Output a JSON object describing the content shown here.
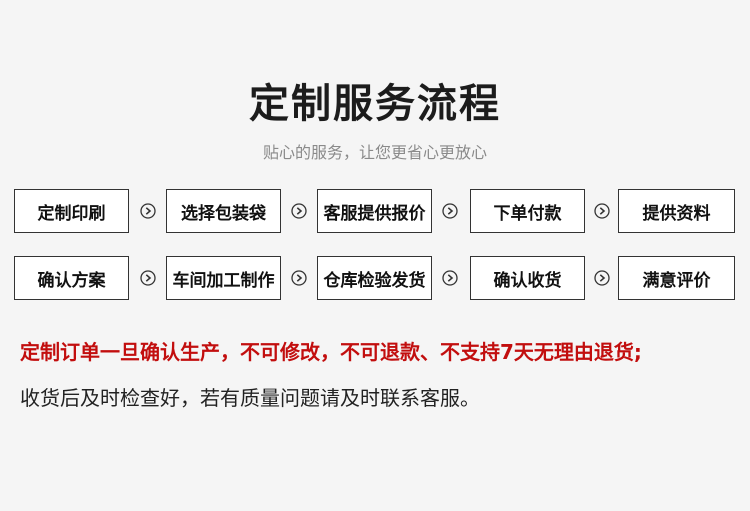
{
  "header": {
    "title": "定制服务流程",
    "subtitle": "贴心的服务，让您更省心更放心"
  },
  "steps_row1": [
    {
      "label": "定制印刷"
    },
    {
      "label": "选择包装袋"
    },
    {
      "label": "客服提供报价"
    },
    {
      "label": "下单付款"
    },
    {
      "label": "提供资料"
    }
  ],
  "steps_row2": [
    {
      "label": "确认方案"
    },
    {
      "label": "车间加工制作"
    },
    {
      "label": "仓库检验发货"
    },
    {
      "label": "确认收货"
    },
    {
      "label": "满意评价"
    }
  ],
  "notice": {
    "line1": "定制订单一旦确认生产，不可修改，不可退款、不支持7天无理由退货;",
    "line2": "收货后及时检查好，若有质量问题请及时联系客服。"
  },
  "icons": {
    "arrow": "circle-arrow-right-icon"
  },
  "colors": {
    "notice_red": "#c20e0e",
    "background": "#f5f5f5"
  }
}
